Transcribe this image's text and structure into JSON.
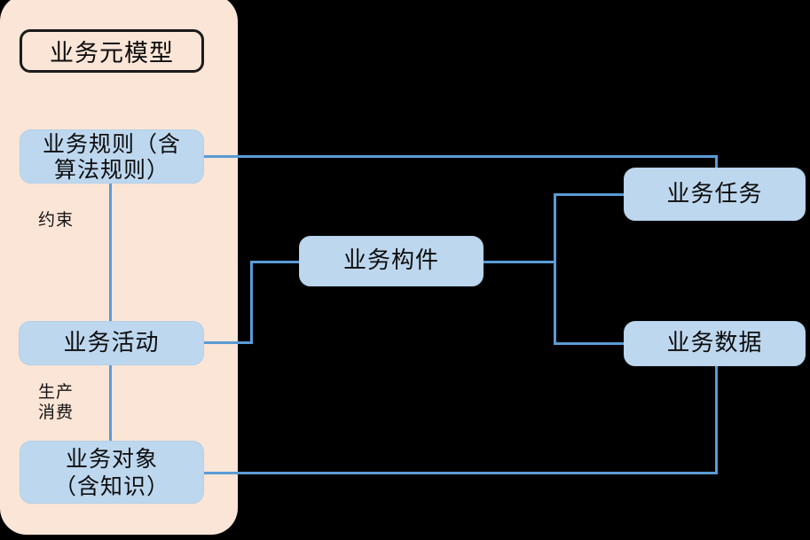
{
  "diagram": {
    "panel_title": "业务元模型",
    "nodes": {
      "rule": {
        "line1": "业务规则（含",
        "line2": "算法规则）"
      },
      "activity": {
        "label": "业务活动"
      },
      "object": {
        "line1": "业务对象",
        "line2": "（含知识）"
      },
      "component": {
        "label": "业务构件"
      },
      "task": {
        "label": "业务任务"
      },
      "data": {
        "label": "业务数据"
      }
    },
    "edge_labels": {
      "constraint": "约束",
      "produce": "生产",
      "consume": "消费"
    },
    "colors": {
      "background": "#000000",
      "panel_fill": "#FBE5D6",
      "node_fill": "#BDD7EE",
      "connector": "#5B9BD5",
      "text": "#0D0D0D",
      "title_border": "#1B1B1B"
    }
  }
}
